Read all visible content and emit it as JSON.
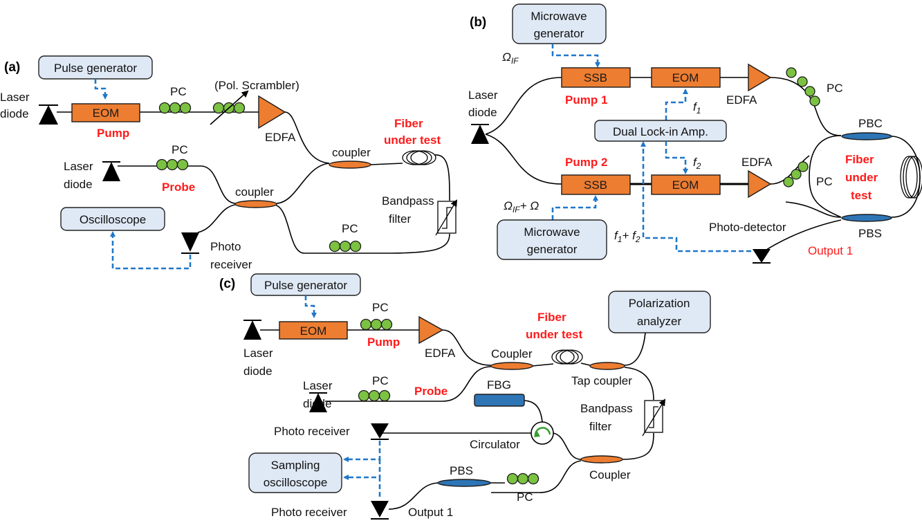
{
  "panels": {
    "a": {
      "label": "(a)",
      "pulse_generator": "Pulse generator",
      "laser_diode_1": [
        "Laser",
        "diode"
      ],
      "eom": "EOM",
      "pump": "Pump",
      "pc_1": "PC",
      "pol_scrambler": "(Pol. Scrambler)",
      "edfa": "EDFA",
      "fiber_under_test": [
        "Fiber",
        "under test"
      ],
      "coupler_1": "coupler",
      "laser_diode_2": [
        "Laser",
        "diode"
      ],
      "pc_2": "PC",
      "probe": "Probe",
      "coupler_2": "coupler",
      "bandpass_filter": [
        "Bandpass",
        "filter"
      ],
      "oscilloscope": "Oscilloscope",
      "pc_3": "PC",
      "photo_receiver": [
        "Photo",
        "receiver"
      ]
    },
    "b": {
      "label": "(b)",
      "microwave_generator_1": [
        "Microwave",
        "generator"
      ],
      "omega_if": "Ω",
      "omega_if_sub": "IF",
      "laser_diode": [
        "Laser",
        "diode"
      ],
      "ssb_1": "SSB",
      "eom_1": "EOM",
      "pump_1": "Pump 1",
      "edfa_1": "EDFA",
      "pc_1": "PC",
      "f1": "f",
      "f1_sub": "1",
      "dual_lockin": "Dual Lock-in Amp.",
      "pbc": "PBC",
      "f2": "f",
      "f2_sub": "2",
      "edfa_2": "EDFA",
      "pump_2": "Pump 2",
      "ssb_2": "SSB",
      "eom_2": "EOM",
      "pc_2": "PC",
      "fiber_under_test": [
        "Fiber",
        "under",
        "test"
      ],
      "omega_if_omega": "Ω",
      "omega_if_omega_sub": "IF",
      "omega_if_omega_rest": "+ Ω",
      "microwave_generator_2": [
        "Microwave",
        "generator"
      ],
      "f1f2_a": "f",
      "f1f2_a_sub": "1",
      "f1f2_plus": "+ ",
      "f1f2_b": "f",
      "f1f2_b_sub": "2",
      "photo_detector": "Photo-detector",
      "pbs": "PBS",
      "output_1": "Output 1"
    },
    "c": {
      "label": "(c)",
      "pulse_generator": "Pulse generator",
      "laser_diode_1": [
        "Laser",
        "diode"
      ],
      "eom": "EOM",
      "pc_1": "PC",
      "pump": "Pump",
      "edfa": "EDFA",
      "fiber_under_test": [
        "Fiber",
        "under test"
      ],
      "polarization_analyzer": [
        "Polarization",
        "analyzer"
      ],
      "coupler_1": "Coupler",
      "tap_coupler": "Tap coupler",
      "laser_diode_2": [
        "Laser",
        "diode"
      ],
      "pc_2": "PC",
      "probe": "Probe",
      "fbg": "FBG",
      "bandpass_filter": [
        "Bandpass",
        "filter"
      ],
      "photo_receiver_1": "Photo receiver",
      "circulator": "Circulator",
      "sampling_oscilloscope": [
        "Sampling",
        "oscilloscope"
      ],
      "coupler_2": "Coupler",
      "pbs": "PBS",
      "pc_3": "PC",
      "photo_receiver_2": "Photo receiver",
      "output_1": "Output 1"
    }
  },
  "colors": {
    "component_orange": "#ed7d31",
    "pc_green": "#7cc242",
    "instrument_box": "#dfe9f5",
    "electrical_dashed": "#1f77c9",
    "highlight_red": "#ff1a1a",
    "pbs_blue": "#2e75b6"
  }
}
